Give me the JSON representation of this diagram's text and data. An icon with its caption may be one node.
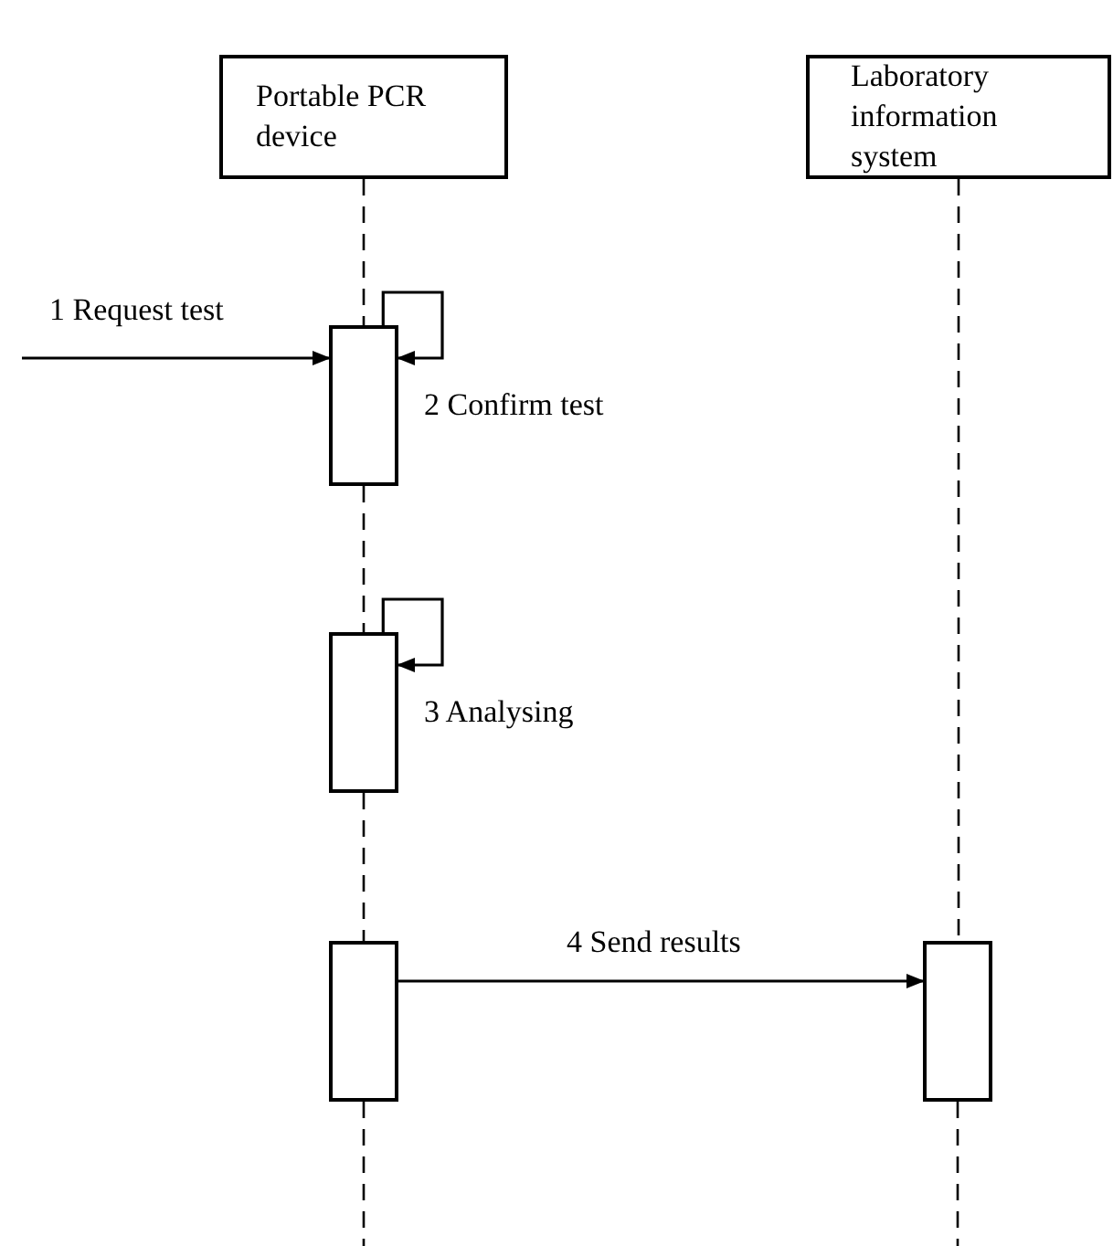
{
  "diagram": {
    "nodes": [
      {
        "text": [
          "Portable PCR device"
        ]
      },
      {
        "text": [
          "Laboratory information system"
        ]
      },
      {
        "text": [],
        "shape": "box"
      },
      {
        "text": [],
        "shape": "box"
      },
      {
        "text": [],
        "shape": "box"
      },
      {
        "text": [],
        "shape": "box"
      }
    ],
    "edges": [
      {
        "from": 0,
        "to": 2,
        "arrow": "none",
        "style": "dashed"
      },
      {
        "from": 2,
        "to": 3,
        "arrow": "none",
        "style": "dashed"
      },
      {
        "from": 3,
        "to": 4,
        "arrow": "none",
        "style": "dashed"
      },
      {
        "from": 4,
        "to": null,
        "arrow": "none",
        "style": "dashed"
      },
      {
        "from": 1,
        "to": 5,
        "arrow": "none",
        "style": "dashed"
      },
      {
        "from": 5,
        "to": null,
        "arrow": "none",
        "style": "dashed"
      },
      {
        "from": null,
        "to": 2,
        "arrow": "to",
        "label": "1 Request test"
      },
      {
        "from": 2,
        "to": 2,
        "arrow": "to",
        "label": "2 Confirm test"
      },
      {
        "from": 3,
        "to": 3,
        "arrow": "to",
        "label": "3 Analysing"
      },
      {
        "from": 4,
        "to": 5,
        "arrow": "to",
        "label": "4 Send results"
      }
    ]
  }
}
